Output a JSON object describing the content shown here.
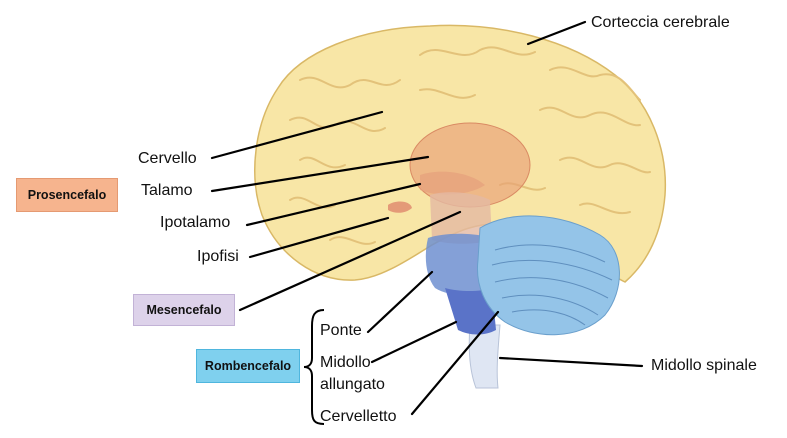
{
  "labels": {
    "corteccia": "Corteccia cerebrale",
    "cervello": "Cervello",
    "talamo": "Talamo",
    "ipotalamo": "Ipotalamo",
    "ipofisi": "Ipofisi",
    "ponte": "Ponte",
    "midollo_allungato_1": "Midollo",
    "midollo_allungato_2": "allungato",
    "cervelletto": "Cervelletto",
    "midollo_spinale": "Midollo spinale"
  },
  "groups": {
    "prosencefalo": "Prosencefalo",
    "mesencefalo": "Mesencefalo",
    "rombencefalo": "Rombencefalo"
  },
  "colors": {
    "cortex": "#f8e6a6",
    "cortex_outline": "#d9b866",
    "gyri": "#e3c27a",
    "thalamus": "#e8a077",
    "hypothalamus": "#e6a07c",
    "midbrain": "#e3b9a2",
    "pons": "#6f8fd0",
    "medulla": "#5a73c8",
    "cerebellum": "#94c4e8",
    "cerebellum_folia": "#5f8fbe",
    "spinal_cord": "#dfe6f3",
    "prosencefalo_box": "#f6b48e",
    "mesencefalo_box": "#ddd2ea",
    "rombencefalo_box": "#7fd0ee"
  }
}
